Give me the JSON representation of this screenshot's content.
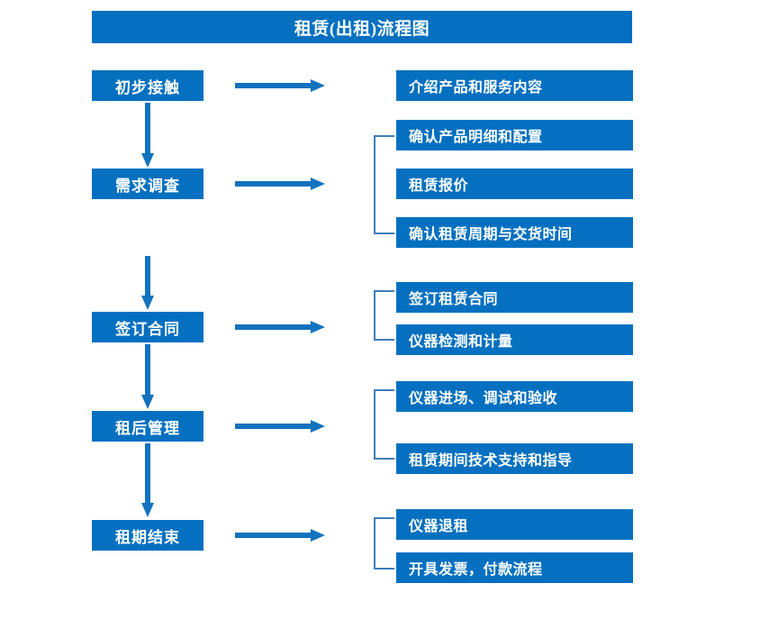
{
  "title": "租赁(出租)流程图",
  "colors": {
    "box_blue": "#0570c0",
    "arrow_blue": "#1272bd",
    "bracket_blue": "#3d7eb8",
    "text_white": "#ffffff",
    "background": "#ffffff"
  },
  "chart_data": {
    "type": "diagram",
    "title": "租赁(出租)流程图",
    "orientation": "vertical-with-branches",
    "stages": [
      {
        "id": "stage-1",
        "label": "初步接触",
        "details": [
          "介绍产品和服务内容"
        ],
        "has_bracket": false
      },
      {
        "id": "stage-2",
        "label": "需求调查",
        "details": [
          "确认产品明细和配置",
          "租赁报价",
          "确认租赁周期与交货时间"
        ],
        "has_bracket": true
      },
      {
        "id": "stage-3",
        "label": "签订合同",
        "details": [
          "签订租赁合同",
          "仪器检测和计量"
        ],
        "has_bracket": true
      },
      {
        "id": "stage-4",
        "label": "租后管理",
        "details": [
          "仪器进场、调试和验收",
          "租赁期间技术支持和指导"
        ],
        "has_bracket": true
      },
      {
        "id": "stage-5",
        "label": "租期结束",
        "details": [
          "仪器退租",
          "开具发票，付款流程"
        ],
        "has_bracket": true
      }
    ]
  },
  "stages": {
    "s1": "初步接触",
    "s2": "需求调查",
    "s3": "签订合同",
    "s4": "租后管理",
    "s5": "租期结束"
  },
  "details": {
    "d1_1": "介绍产品和服务内容",
    "d2_1": "确认产品明细和配置",
    "d2_2": "租赁报价",
    "d2_3": "确认租赁周期与交货时间",
    "d3_1": "签订租赁合同",
    "d3_2": "仪器检测和计量",
    "d4_1": "仪器进场、调试和验收",
    "d4_2": "租赁期间技术支持和指导",
    "d5_1": "仪器退租",
    "d5_2": "开具发票，付款流程"
  }
}
